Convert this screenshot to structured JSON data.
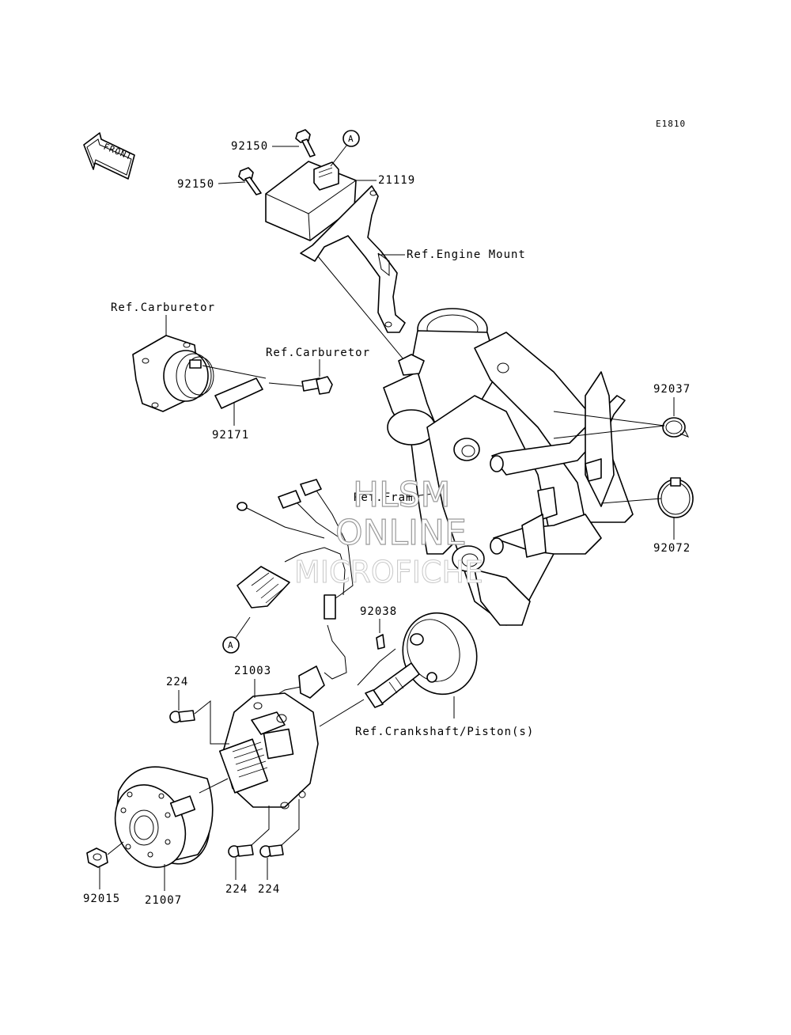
{
  "diagram_code": "E1810",
  "front_label": "FRONT",
  "connector_marker": "A",
  "labels": {
    "bolt_upper_1": "92150",
    "bolt_upper_2": "92150",
    "cdi_unit": "21119",
    "ref_engine_mount": "Ref.Engine Mount",
    "ref_carburetor_1": "Ref.Carburetor",
    "ref_carburetor_2": "Ref.Carburetor",
    "band_92171": "92171",
    "clip_92037": "92037",
    "band_92072": "92072",
    "ref_frame": "Ref.Frame",
    "key_92038": "92038",
    "stator_21003": "21003",
    "screw_224_top": "224",
    "ref_crankshaft": "Ref.Crankshaft/Piston(s)",
    "nut_92015": "92015",
    "flywheel_21007": "21007",
    "screw_224_bottom_1": "224",
    "screw_224_bottom_2": "224"
  },
  "watermark": {
    "line1": "HLSM",
    "line2": "ONLINE",
    "line3": "MICROFICHE"
  }
}
